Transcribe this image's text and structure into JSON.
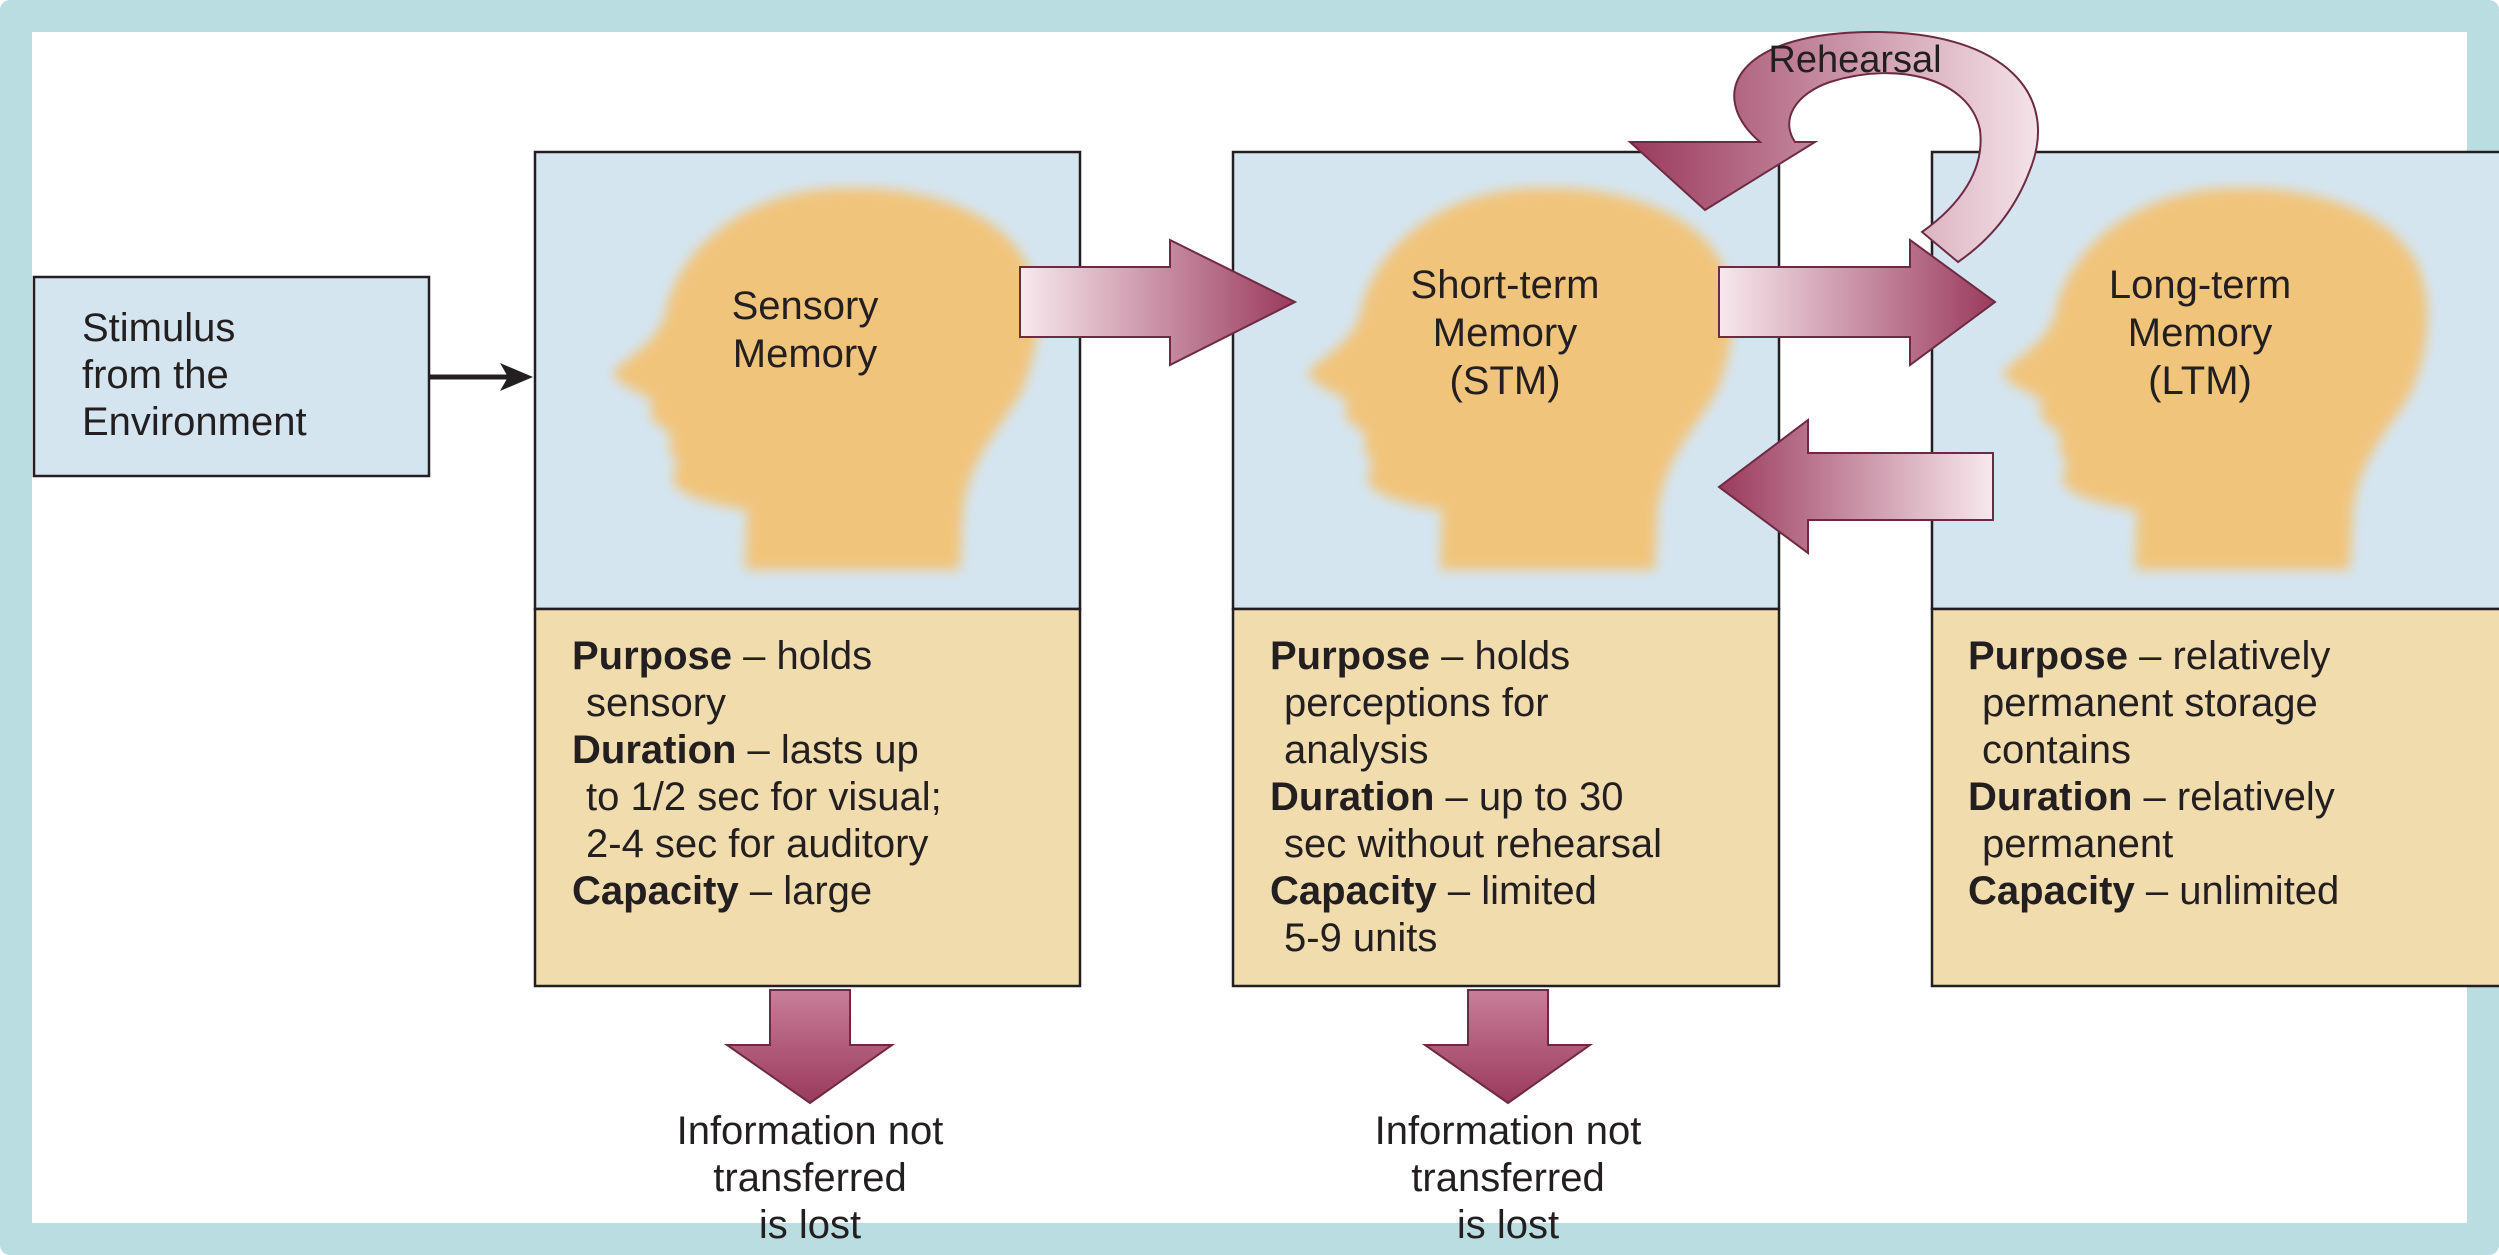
{
  "colors": {
    "frame": "#b9dde0",
    "box_top": "#d4e5f0",
    "box_bottom": "#f1dcae",
    "head": "#f1c47c",
    "arrow_dark": "#9a3a5c",
    "arrow_light": "#f4e3e9",
    "text": "#231f20"
  },
  "stimulus": {
    "lines": [
      "Stimulus",
      "from the",
      "Environment"
    ]
  },
  "sensory": {
    "title_lines": [
      "Sensory",
      "Memory"
    ],
    "purpose_label": "Purpose",
    "purpose_text": " – holds",
    "purpose_cont": [
      "sensory"
    ],
    "duration_label": "Duration",
    "duration_text": " – lasts up",
    "duration_cont": [
      "to 1/2 sec for visual;",
      "2-4 sec for auditory"
    ],
    "capacity_label": "Capacity",
    "capacity_text": " – large",
    "capacity_cont": []
  },
  "stm": {
    "title_lines": [
      "Short-term",
      "Memory",
      "(STM)"
    ],
    "purpose_label": "Purpose",
    "purpose_text": " – holds",
    "purpose_cont": [
      "perceptions for",
      "analysis"
    ],
    "duration_label": "Duration",
    "duration_text": "  – up to 30",
    "duration_cont": [
      "sec without rehearsal"
    ],
    "capacity_label": "Capacity",
    "capacity_text": " – limited",
    "capacity_cont": [
      "5-9 units"
    ]
  },
  "ltm": {
    "title_lines": [
      "Long-term",
      "Memory",
      "(LTM)"
    ],
    "purpose_label": "Purpose",
    "purpose_text": " – relatively",
    "purpose_cont": [
      "permanent storage",
      "contains"
    ],
    "duration_label": "Duration",
    "duration_text": "  – relatively",
    "duration_cont": [
      "permanent"
    ],
    "capacity_label": "Capacity",
    "capacity_text": " – unlimited",
    "capacity_cont": []
  },
  "rehearsal_label": "Rehearsal",
  "lost_sensory": [
    "Information not",
    "transferred",
    "is lost"
  ],
  "lost_stm": [
    "Information not",
    "transferred",
    "is lost"
  ]
}
